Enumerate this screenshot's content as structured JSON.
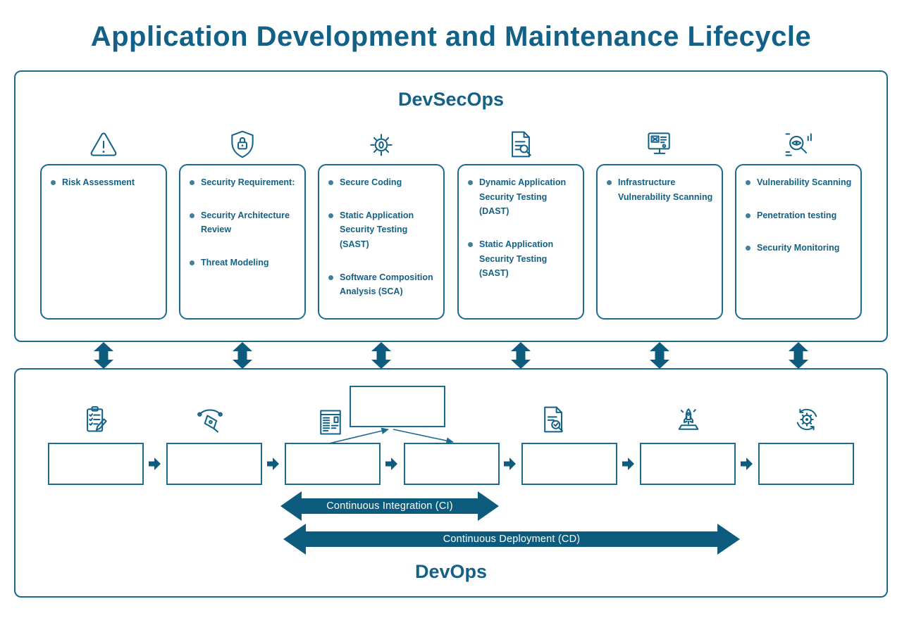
{
  "title": "Application Development and Maintenance Lifecycle",
  "colors": {
    "accent": "#136187",
    "accent_dark": "#0D5C7E",
    "border": "#1B6A90",
    "bullet": "#417E9B",
    "arrow_label": "#FFFFFF",
    "background": "#FFFFFF"
  },
  "devsecops": {
    "label": "DevSecOps",
    "columns": [
      {
        "icon": "warning-triangle-icon",
        "items": [
          "Risk Assessment"
        ]
      },
      {
        "icon": "shield-lock-icon",
        "items": [
          "Security Requirement:",
          "Security Architecture Review",
          "Threat Modeling"
        ]
      },
      {
        "icon": "bug-icon",
        "items": [
          "Secure Coding",
          "Static Application Security Testing (SAST)",
          "Software Composition Analysis (SCA)"
        ]
      },
      {
        "icon": "document-scan-icon",
        "items": [
          "Dynamic Application Security Testing (DAST)",
          "Static Application Security Testing (SAST)"
        ]
      },
      {
        "icon": "monitor-scan-icon",
        "items": [
          "Infrastructure Vulnerability Scanning"
        ]
      },
      {
        "icon": "search-monitoring-icon",
        "items": [
          "Vulnerability Scanning",
          "Penetration testing",
          "Security Monitoring"
        ]
      }
    ]
  },
  "devops": {
    "label": "DevOps",
    "ci_arrow_label": "Continuous Integration (CI)",
    "cd_arrow_label": "Continuous Deployment (CD)",
    "stage_icons": [
      "clipboard-plan-icon",
      "pen-tool-icon",
      "build-document-icon",
      "test-document-icon",
      "rocket-launch-icon",
      "gear-sync-icon"
    ],
    "stage_box_count": 7
  }
}
